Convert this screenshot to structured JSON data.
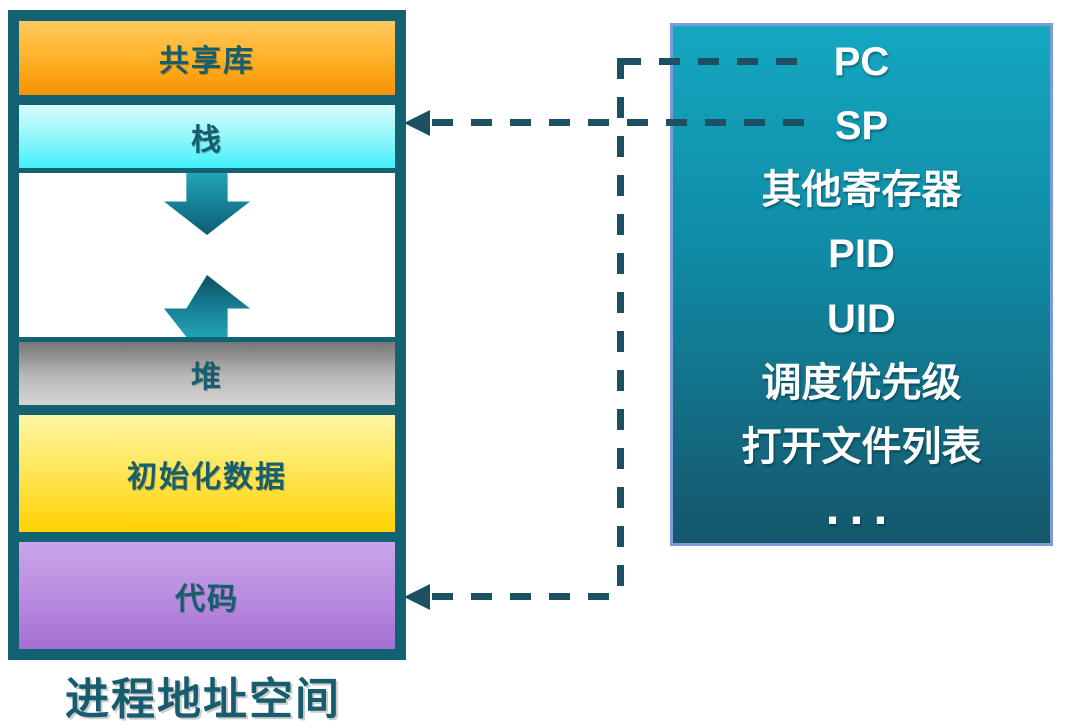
{
  "diagram": {
    "caption": "进程地址空间",
    "segments": [
      {
        "id": "shared-library",
        "label": "共享库"
      },
      {
        "id": "stack",
        "label": "栈"
      },
      {
        "id": "heap",
        "label": "堆"
      },
      {
        "id": "initialized-data",
        "label": "初始化数据"
      },
      {
        "id": "code",
        "label": "代码"
      }
    ],
    "pcb_lines": [
      "PC",
      "SP",
      "其他寄存器",
      "PID",
      "UID",
      "调度优先级",
      "打开文件列表",
      "..."
    ],
    "icons": {
      "stack_growth": "arrow-down-icon",
      "heap_growth": "arrow-up-icon",
      "sp_pointer": "arrow-left-icon",
      "code_pointer": "arrow-left-icon"
    },
    "colors": {
      "outline_teal": "#136273",
      "segment_label_text": "#155e6e",
      "caption_text": "#175d6d",
      "dash_line": "#1d5063",
      "shared_library_gradient": [
        "#ffc95e",
        "#f69200"
      ],
      "stack_gradient": [
        "#d9fcfe",
        "#3ff1fb"
      ],
      "heap_gradient": [
        "#767676",
        "#d6d6d6"
      ],
      "initialized_data_gradient": [
        "#fdf6a4",
        "#ffd200"
      ],
      "code_gradient": [
        "#c9a5ea",
        "#a470d2"
      ],
      "pcb_gradient": [
        "#14a7c1",
        "#15566b"
      ],
      "pcb_border": "#7b9cd4",
      "pcb_text": "#ffffff"
    }
  }
}
